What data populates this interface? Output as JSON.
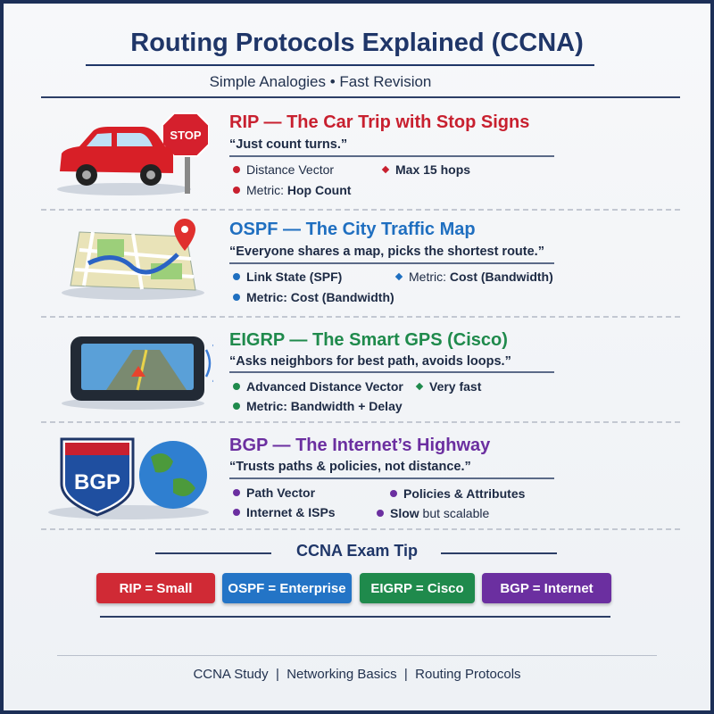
{
  "header": {
    "title": "Routing Protocols Explained (CCNA)",
    "subtitle": "Simple Analogies • Fast Revision"
  },
  "colors": {
    "navy": "#1f3668",
    "rip": "#c8202f",
    "ospf": "#1f6fc0",
    "eigrp": "#1f8a4c",
    "bgp": "#6b2fa0"
  },
  "sections": [
    {
      "title": "RIP — The Car Trip with Stop Signs",
      "quote": "“Just count turns.”",
      "icon": "car-stop-sign-icon",
      "sign_text": "STOP",
      "bullets": [
        {
          "pre": "Distance Vector",
          "bold": ""
        },
        {
          "pre": "",
          "bold": "Max 15 hops"
        },
        {
          "pre": "Metric: ",
          "bold": "Hop Count"
        }
      ]
    },
    {
      "title": "OSPF — The City Traffic Map",
      "quote": "“Everyone shares a map, picks the shortest route.”",
      "icon": "city-map-pin-icon",
      "bullets": [
        {
          "pre": "",
          "bold": "Link State (SPF)"
        },
        {
          "pre": "Metric: ",
          "bold": "Cost (Bandwidth)"
        },
        {
          "pre": "",
          "bold": "Metric: Cost (Bandwidth)"
        }
      ]
    },
    {
      "title": "EIGRP — The Smart GPS (Cisco)",
      "quote": "“Asks neighbors for best path, avoids loops.”",
      "icon": "gps-device-icon",
      "bullets": [
        {
          "pre": "",
          "bold": "Advanced Distance Vector"
        },
        {
          "pre": "",
          "bold": "Very fast"
        },
        {
          "pre": "",
          "bold": "Metric: Bandwidth + Delay"
        }
      ]
    },
    {
      "title": "BGP — The Internet’s Highway",
      "quote": "“Trusts paths & policies, not distance.”",
      "icon": "highway-shield-globe-icon",
      "sign_text": "BGP",
      "bullets": [
        {
          "pre": "",
          "bold": "Path Vector"
        },
        {
          "pre": "",
          "bold": "Policies & Attributes"
        },
        {
          "pre": "",
          "bold": "Internet & ISPs"
        },
        {
          "pre": " but scalable",
          "bold": "Slow"
        }
      ]
    }
  ],
  "tip": {
    "heading": "CCNA Exam Tip",
    "badges": [
      {
        "label": "RIP = Small"
      },
      {
        "label": "OSPF = Enterprise"
      },
      {
        "label": "EIGRP = Cisco"
      },
      {
        "label": "BGP = Internet"
      }
    ]
  },
  "footer": {
    "text": "CCNA Study  |  Networking Basics  |  Routing Protocols"
  }
}
